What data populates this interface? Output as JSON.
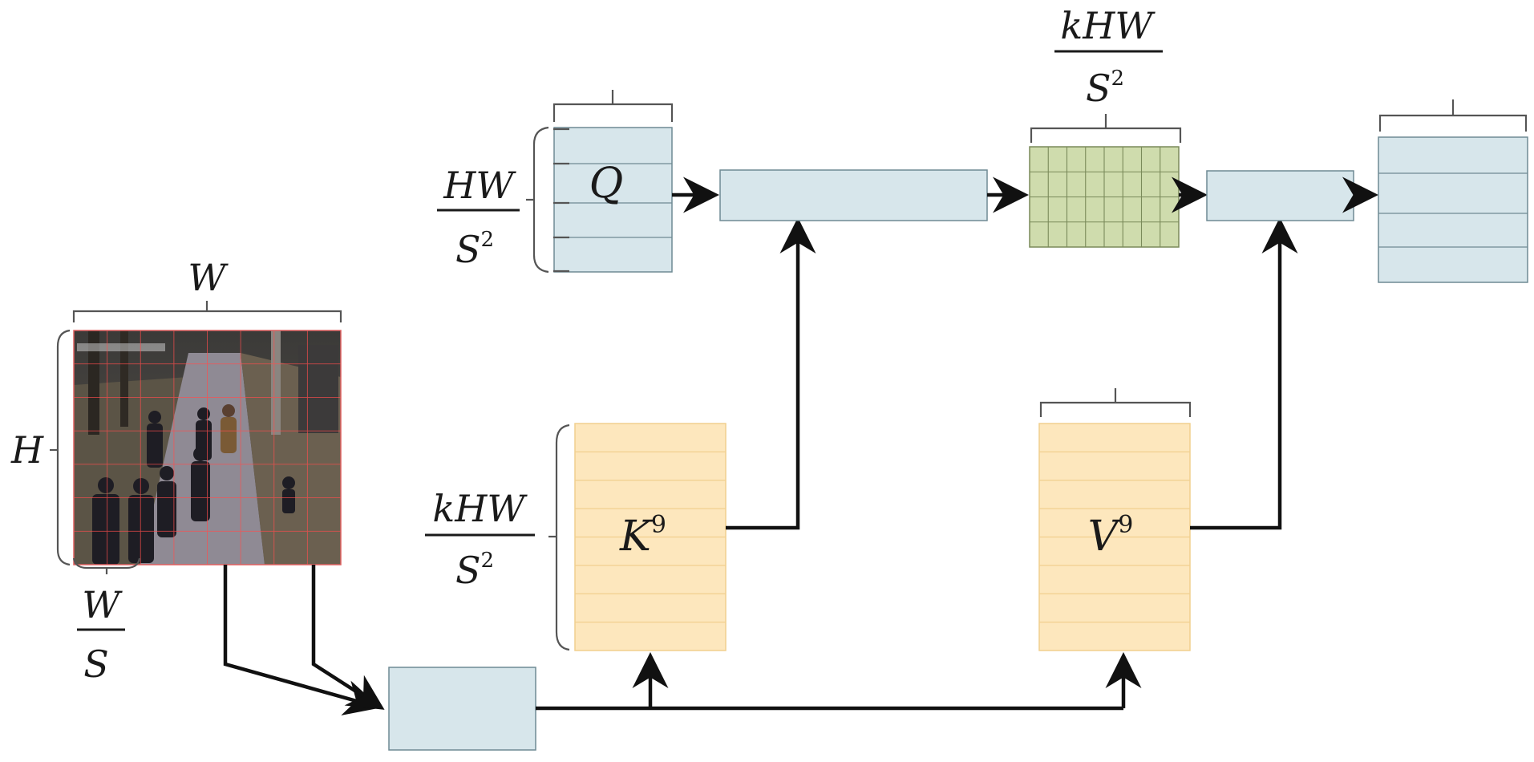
{
  "colors": {
    "block_fill": "#d7e6eb",
    "block_stroke": "#6f8a94",
    "kv_fill": "#fde7bd",
    "kv_stroke": "#f1cf8e",
    "attn_fill": "#cfdcad",
    "attn_stroke": "#7a8a5a",
    "arrow": "#111111",
    "bracket": "#555555",
    "grid_overlay": "#ff4d4d"
  },
  "input_image": {
    "width_label": "W",
    "height_label": "H",
    "patch_label": {
      "num": "W",
      "den": "S"
    }
  },
  "query": {
    "symbol": "Q",
    "rows_label": {
      "num": "HW",
      "den": "S",
      "den_exp": "2"
    }
  },
  "key": {
    "symbol": "K",
    "symbol_exp": "9",
    "rows_label": {
      "num": "kHW",
      "den": "S",
      "den_exp": "2"
    }
  },
  "value": {
    "symbol": "V",
    "symbol_exp": "9"
  },
  "attention_map": {
    "cols_label": {
      "num": "kHW",
      "den": "S",
      "den_exp": "2"
    }
  }
}
